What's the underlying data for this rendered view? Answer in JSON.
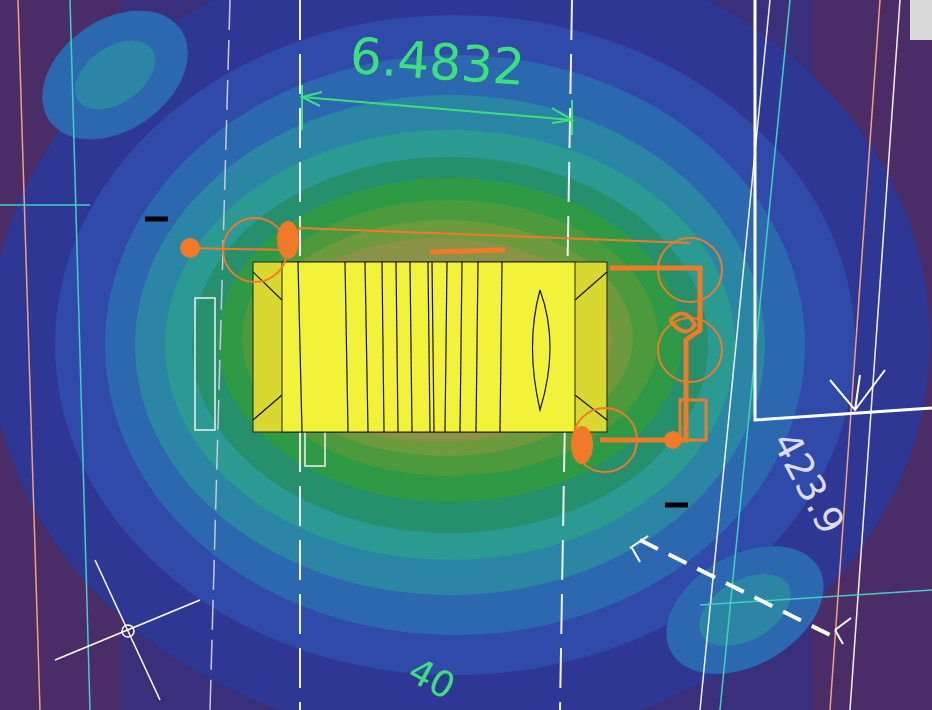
{
  "diagram": {
    "labels": [
      "6.4832",
      "423.9",
      "40"
    ]
  }
}
